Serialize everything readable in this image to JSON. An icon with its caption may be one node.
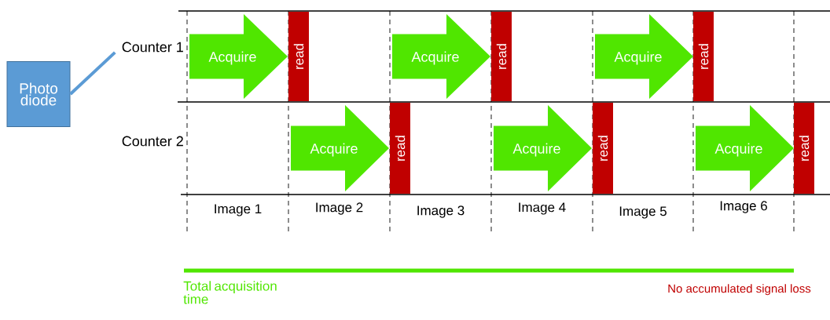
{
  "diagram": {
    "nodes": [
      {
        "text": [
          "Photo diode"
        ]
      },
      {
        "text": [
          "Counter 1"
        ]
      },
      {
        "text": [
          "Counter 2"
        ]
      },
      {
        "text": [
          "Acquire"
        ]
      },
      {
        "text": [
          "read"
        ]
      },
      {
        "text": [
          "Acquire"
        ]
      },
      {
        "text": [
          "read"
        ]
      },
      {
        "text": [
          "Acquire"
        ]
      },
      {
        "text": [
          "read"
        ]
      },
      {
        "text": [
          "Acquire"
        ]
      },
      {
        "text": [
          "read"
        ]
      },
      {
        "text": [
          "Acquire"
        ]
      },
      {
        "text": [
          "read"
        ]
      },
      {
        "text": [
          "Acquire"
        ]
      },
      {
        "text": [
          "read"
        ]
      }
    ],
    "edges": [
      {
        "from": 0,
        "to": 1,
        "arrow": "none"
      }
    ],
    "labels": [
      "Image 1",
      "Image 2",
      "Image 3",
      "Image 4",
      "Image 5",
      "Image 6",
      "Total acquisition time",
      "No accumulated signal loss"
    ]
  }
}
